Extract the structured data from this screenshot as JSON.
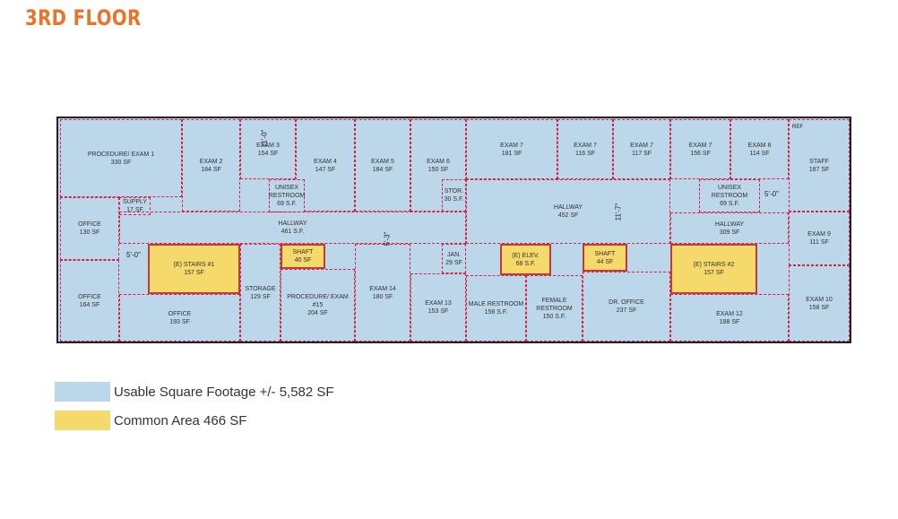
{
  "title": "3RD FLOOR",
  "colors": {
    "title": "#e8732a",
    "usable": "#bcd6ea",
    "common": "#f5d96b",
    "boundary": "#d81f4a"
  },
  "rooms": [
    {
      "name": "PROCEDURE/ EXAM 1",
      "area": "330 SF",
      "type": "usable"
    },
    {
      "name": "EXAM 2",
      "area": "184 SF",
      "type": "usable"
    },
    {
      "name": "EXAM 3",
      "area": "154 SF",
      "type": "usable"
    },
    {
      "name": "EXAM 4",
      "area": "147 SF",
      "type": "usable"
    },
    {
      "name": "EXAM 5",
      "area": "184 SF",
      "type": "usable"
    },
    {
      "name": "EXAM 6",
      "area": "150 SF",
      "type": "usable"
    },
    {
      "name": "STOR.",
      "area": "30 S.F.",
      "type": "usable"
    },
    {
      "name": "UNISEX RESTROOM",
      "area": "69 S.F.",
      "type": "usable"
    },
    {
      "name": "SUPPLY",
      "area": "17 SF",
      "type": "usable"
    },
    {
      "name": "OFFICE",
      "area": "130 SF",
      "type": "usable"
    },
    {
      "name": "HALLWAY",
      "area": "461 S.F.",
      "type": "usable"
    },
    {
      "name": "(E) STAIRS #1",
      "area": "157 SF",
      "type": "common"
    },
    {
      "name": "OFFICE",
      "area": "164 SF",
      "type": "usable"
    },
    {
      "name": "OFFICE",
      "area": "193 SF",
      "type": "usable"
    },
    {
      "name": "STORAGE",
      "area": "129 SF",
      "type": "usable"
    },
    {
      "name": "SHAFT",
      "area": "40 SF",
      "type": "common"
    },
    {
      "name": "PROCEDURE/ EXAM #15",
      "area": "204 SF",
      "type": "usable"
    },
    {
      "name": "EXAM 14",
      "area": "180 SF",
      "type": "usable"
    },
    {
      "name": "EXAM 13",
      "area": "153 SF",
      "type": "usable"
    },
    {
      "name": "JAN.",
      "area": "29 SF",
      "type": "usable"
    },
    {
      "name": "EXAM 7",
      "area": "181 SF",
      "type": "usable"
    },
    {
      "name": "EXAM 7",
      "area": "116 SF",
      "type": "usable"
    },
    {
      "name": "EXAM 7",
      "area": "117 SF",
      "type": "usable"
    },
    {
      "name": "HALLWAY",
      "area": "452 SF",
      "type": "usable"
    },
    {
      "name": "(E) ELEV.",
      "area": "68 S.F.",
      "type": "common"
    },
    {
      "name": "MALE RESTROOM",
      "area": "158 S.F.",
      "type": "usable"
    },
    {
      "name": "FEMALE RESTROOM",
      "area": "150 S.F.",
      "type": "usable"
    },
    {
      "name": "SHAFT",
      "area": "44 SF",
      "type": "common"
    },
    {
      "name": "DR. OFFICE",
      "area": "237 SF",
      "type": "usable"
    },
    {
      "name": "EXAM 7",
      "area": "156 SF",
      "type": "usable"
    },
    {
      "name": "EXAM 8",
      "area": "114 SF",
      "type": "usable"
    },
    {
      "name": "UNISEX RESTROOM",
      "area": "69 S.F.",
      "type": "usable"
    },
    {
      "name": "STAFF",
      "area": "187 SF",
      "type": "usable"
    },
    {
      "name": "HALLWAY",
      "area": "309 SF",
      "type": "usable"
    },
    {
      "name": "(E) STAIRS #2",
      "area": "157 SF",
      "type": "common"
    },
    {
      "name": "EXAM 12",
      "area": "188 SF",
      "type": "usable"
    },
    {
      "name": "EXAM 9",
      "area": "111 SF",
      "type": "usable"
    },
    {
      "name": "EXAM 10",
      "area": "158 SF",
      "type": "usable"
    }
  ],
  "dimensions": [
    "11'-0\"",
    "5'-3\"",
    "5'-0\"",
    "11'-7\"",
    "5'-0\""
  ],
  "fixture_label": "REF",
  "legend": [
    {
      "label": "Usable Square Footage +/- 5,582 SF",
      "color": "#bcd6ea"
    },
    {
      "label": "Common Area 466 SF",
      "color": "#f5d96b"
    }
  ]
}
